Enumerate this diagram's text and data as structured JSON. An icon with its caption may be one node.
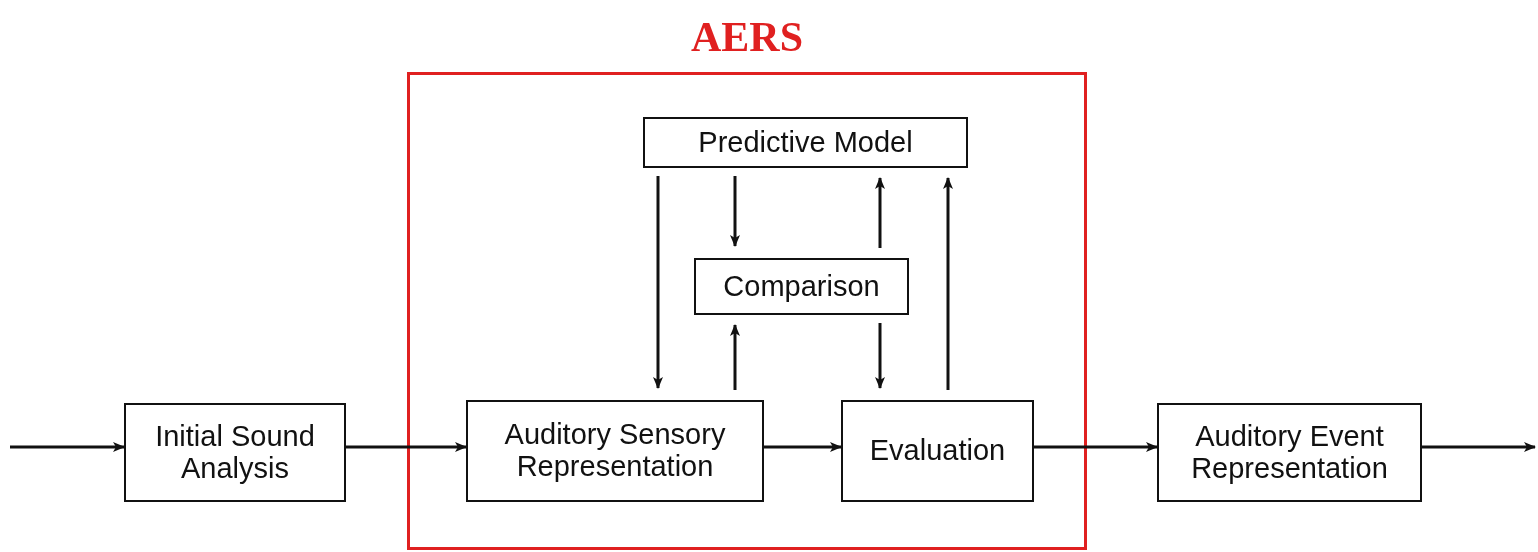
{
  "diagram": {
    "nodes": [
      {
        "text": [
          "AERS"
        ]
      },
      {
        "text": [
          "Predictive Model"
        ],
        "in": 0
      },
      {
        "text": [
          "Comparison"
        ],
        "in": 0
      },
      {
        "text": [
          "Initial Sound Analysis"
        ]
      },
      {
        "text": [
          "Auditory Sensory Representation"
        ],
        "in": 0
      },
      {
        "text": [
          "Evaluation"
        ],
        "in": 0
      },
      {
        "text": [
          "Auditory Event Representation"
        ]
      }
    ],
    "edges": [
      {
        "from": null,
        "to": 3,
        "arrow": "to"
      },
      {
        "from": 3,
        "to": 4,
        "arrow": "to"
      },
      {
        "from": 4,
        "to": 5,
        "arrow": "to"
      },
      {
        "from": 5,
        "to": 6,
        "arrow": "to"
      },
      {
        "from": 6,
        "to": null,
        "arrow": "to"
      },
      {
        "from": 1,
        "to": 4,
        "arrow": "to"
      },
      {
        "from": 1,
        "to": 2,
        "arrow": "to"
      },
      {
        "from": 2,
        "to": 1,
        "arrow": "to"
      },
      {
        "from": 5,
        "to": 1,
        "arrow": "to"
      },
      {
        "from": 4,
        "to": 2,
        "arrow": "to"
      },
      {
        "from": 2,
        "to": 5,
        "arrow": "to"
      }
    ]
  }
}
